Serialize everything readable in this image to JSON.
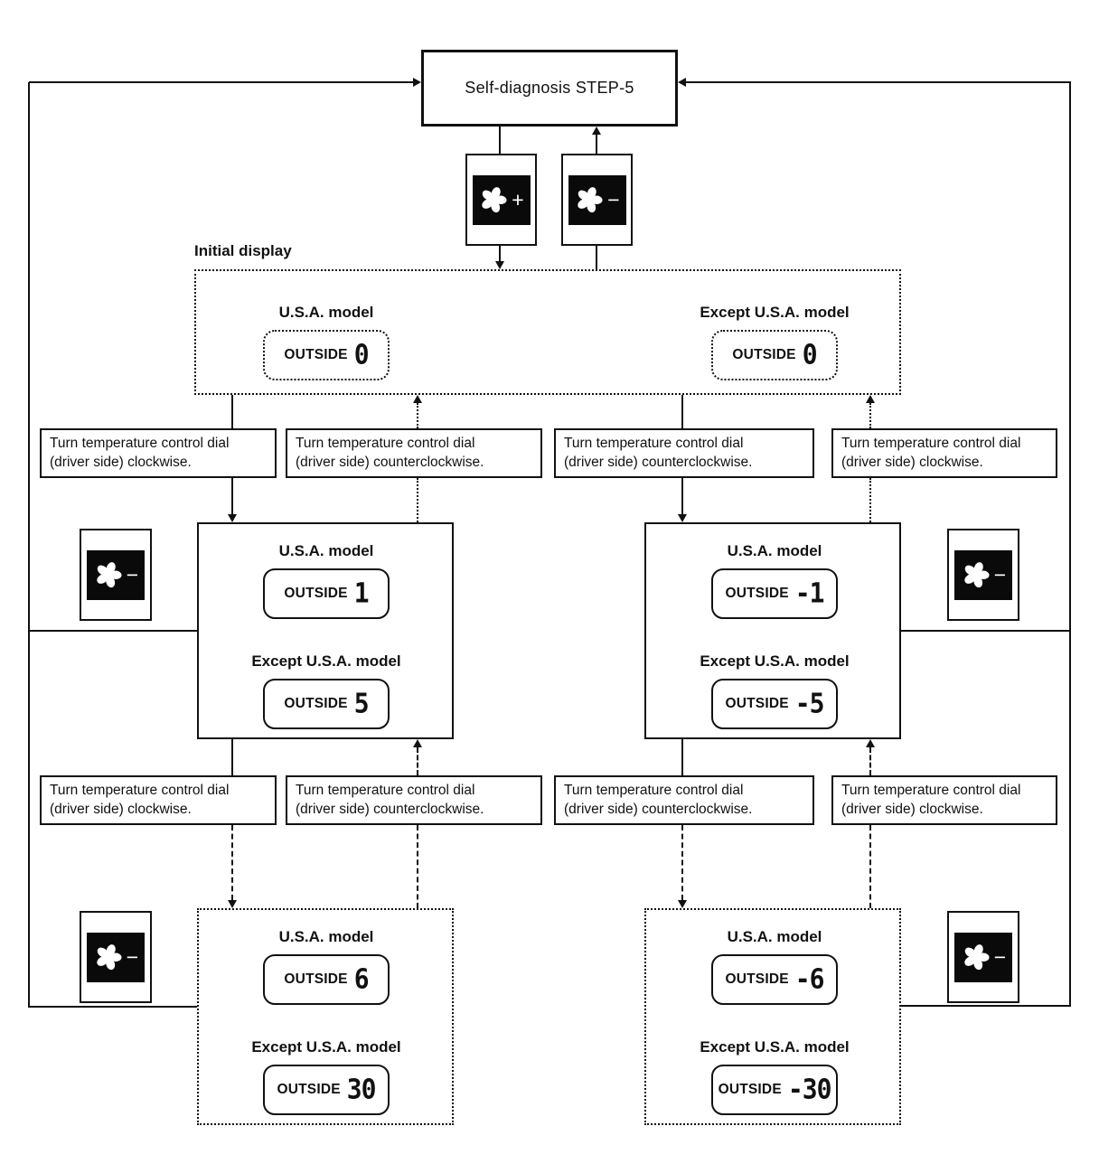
{
  "title": "Self-diagnosis STEP-5",
  "initial_display_label": "Initial display",
  "model_labels": {
    "usa": "U.S.A. model",
    "except": "Except U.S.A. model"
  },
  "outside_label": "OUTSIDE",
  "buttons": {
    "fan_up": {
      "icon": "fan-icon",
      "sign": "+"
    },
    "fan_down": {
      "icon": "fan-icon",
      "sign": "−"
    }
  },
  "instructions": {
    "cw": {
      "l1": "Turn temperature control dial",
      "l2": "(driver side) clockwise."
    },
    "ccw": {
      "l1": "Turn temperature control dial",
      "l2": "(driver side) counterclockwise."
    }
  },
  "panels": {
    "initial": {
      "usa": "0",
      "except": "0"
    },
    "mid_left": {
      "usa": "1",
      "except": "5"
    },
    "mid_right": {
      "usa": "-1",
      "except": "-5"
    },
    "bottom_left": {
      "usa": "6",
      "except": "30"
    },
    "bottom_right": {
      "usa": "-6",
      "except": "-30"
    }
  },
  "colors": {
    "ink": "#111111",
    "background": "#ffffff"
  }
}
